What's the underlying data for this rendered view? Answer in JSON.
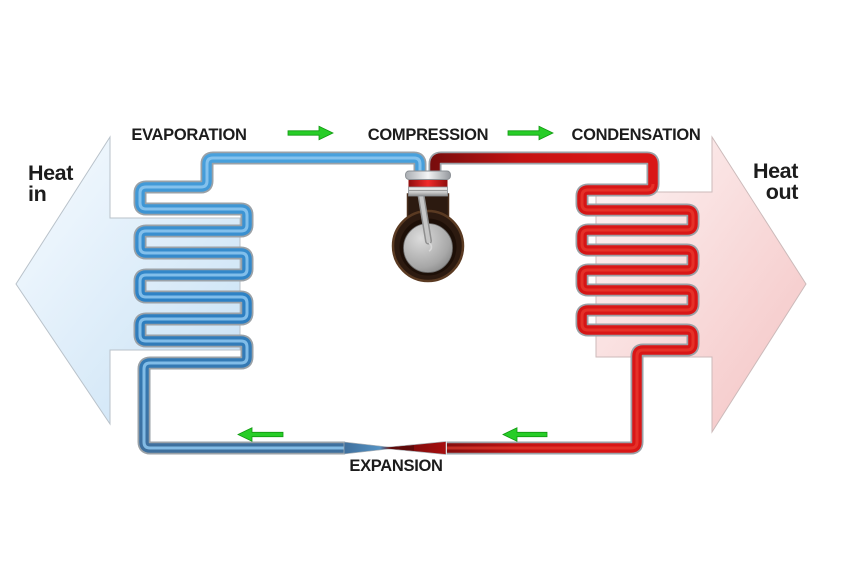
{
  "diagram": {
    "labels": {
      "evaporation": "EVAPORATION",
      "compression": "COMPRESSION",
      "condensation": "CONDENSATION",
      "expansion": "EXPANSION",
      "heat_in": {
        "line1": "Heat",
        "line2": "in"
      },
      "heat_out": {
        "line1": "Heat",
        "line2": "out"
      }
    },
    "icons": {
      "flow_arrow_top_left": "green-arrow-right",
      "flow_arrow_top_right": "green-arrow-right",
      "flow_arrow_bottom_left": "green-arrow-left",
      "flow_arrow_bottom_right": "green-arrow-left",
      "heat_in_arrow": "large-block-arrow-left",
      "heat_out_arrow": "large-block-arrow-right",
      "compressor": "piston-compressor"
    },
    "colors": {
      "cold_pipe": "#2c80c4",
      "hot_pipe": "#d91616",
      "heat_in_arrow": "#cfe5f7",
      "heat_out_arrow": "#f5c7c7",
      "flow_arrow": "#27cd27",
      "flow_arrow_edge": "#119911",
      "text": "#1c1c1c",
      "compressor_body": "#2c1a10"
    }
  }
}
